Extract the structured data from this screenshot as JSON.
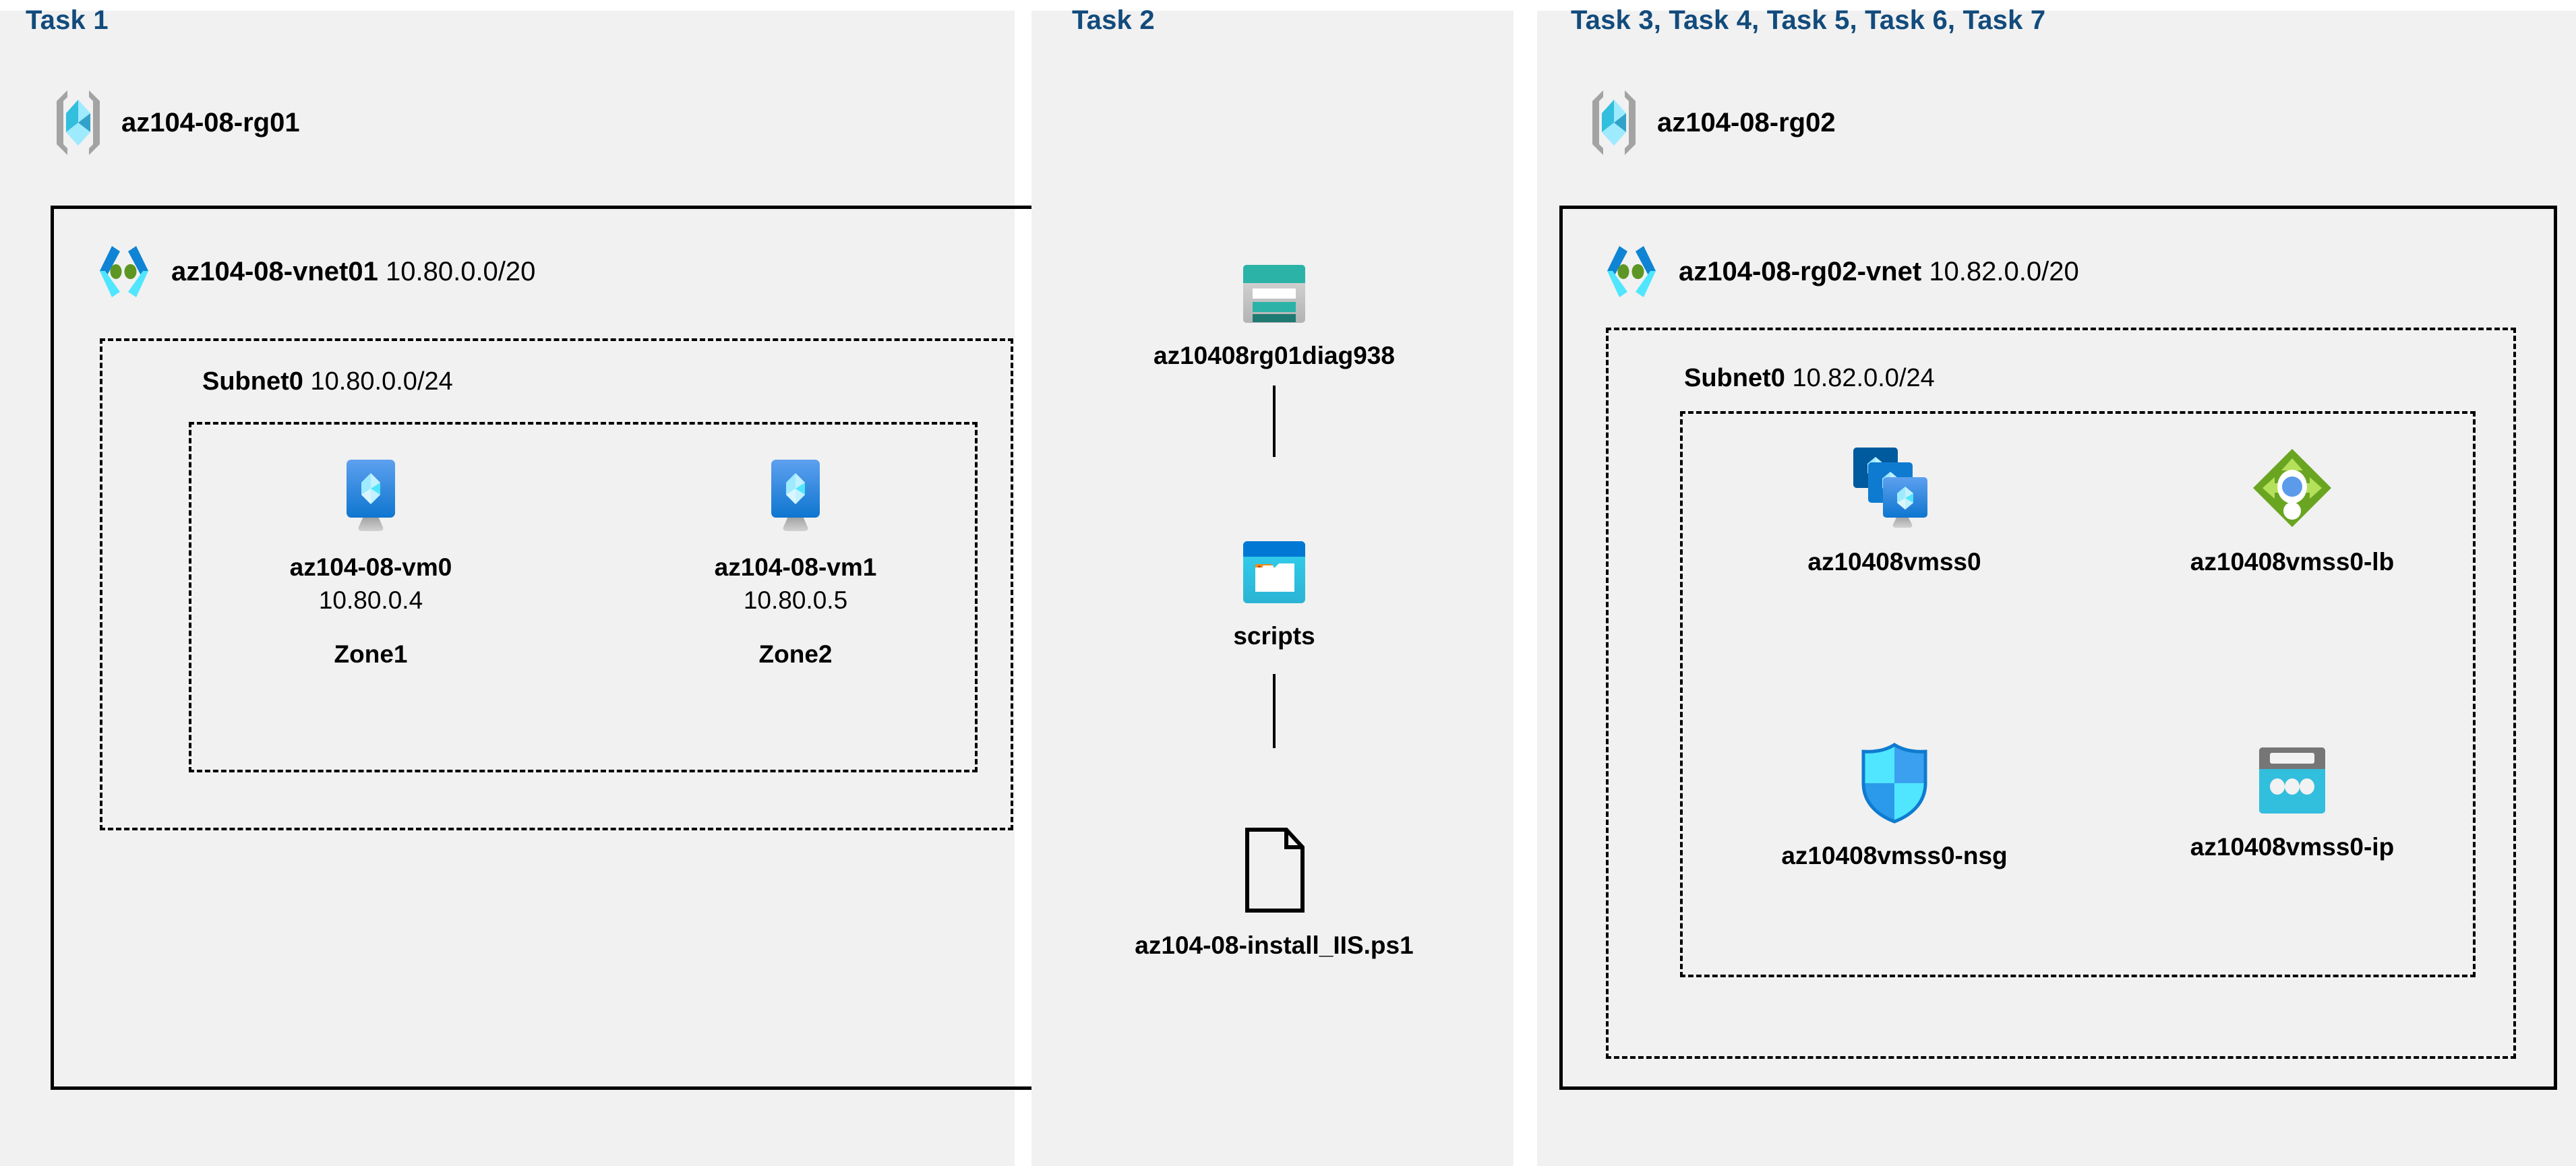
{
  "panels": [
    {
      "id": "panel-1",
      "title": "Task 1"
    },
    {
      "id": "panel-2",
      "title": "Task 2"
    },
    {
      "id": "panel-3",
      "title": "Task 3, Task 4, Task 5, Task 6, Task 7"
    }
  ],
  "colors": {
    "task_title": "#124b7c",
    "panel_background": "#f1f1f1",
    "page_background": "#ffffff",
    "border": "#000000",
    "azure_blue": "#0078d4",
    "azure_cyan": "#50e6ff",
    "vnet_green_dot": "#5e9624",
    "storage_teal": "#2bb3a8",
    "storage_teal_dark": "#1f7a72",
    "loadbalancer_green": "#6aa522",
    "loadbalancer_arrow": "#b4e05a",
    "publicip_gray": "#767676",
    "publicip_cyan": "#32bedd"
  },
  "rg01": {
    "icon": "resource-group-icon",
    "name": "az104-08-rg01"
  },
  "rg02": {
    "icon": "resource-group-icon",
    "name": "az104-08-rg02"
  },
  "vnet01": {
    "icon": "virtual-network-icon",
    "name": "az104-08-vnet01",
    "cidr": "10.80.0.0/20",
    "subnet": {
      "name": "Subnet0",
      "cidr": "10.80.0.0/24"
    },
    "vms": [
      {
        "icon": "virtual-machine-icon",
        "name": "az104-08-vm0",
        "ip": "10.80.0.4",
        "zone": "Zone1"
      },
      {
        "icon": "virtual-machine-icon",
        "name": "az104-08-vm1",
        "ip": "10.80.0.5",
        "zone": "Zone2"
      }
    ]
  },
  "task2": {
    "storage_account": {
      "icon": "storage-account-icon",
      "name": "az10408rg01diag938"
    },
    "container": {
      "icon": "blob-container-icon",
      "name": "scripts"
    },
    "file": {
      "icon": "file-icon",
      "name": "az104-08-install_IIS.ps1"
    }
  },
  "vnet02": {
    "icon": "virtual-network-icon",
    "name": "az104-08-rg02-vnet",
    "cidr": "10.82.0.0/20",
    "subnet": {
      "name": "Subnet0",
      "cidr": "10.82.0.0/24"
    },
    "resources": [
      {
        "icon": "vm-scale-set-icon",
        "name": "az10408vmss0"
      },
      {
        "icon": "load-balancer-icon",
        "name": "az10408vmss0-lb"
      },
      {
        "icon": "network-security-group-icon",
        "name": "az10408vmss0-nsg"
      },
      {
        "icon": "public-ip-address-icon",
        "name": "az10408vmss0-ip"
      }
    ]
  }
}
